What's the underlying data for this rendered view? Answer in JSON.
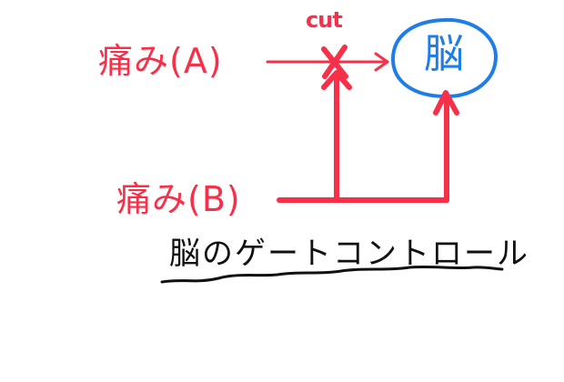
{
  "diagram": {
    "title": "脳のゲートコントロール",
    "nodes": {
      "pain_a": {
        "label": "痛み(A)",
        "color": "#f7304a"
      },
      "pain_b": {
        "label": "痛み(B)",
        "color": "#f7304a"
      },
      "brain": {
        "label": "脳",
        "color": "#1e7ee6",
        "shape": "circle"
      }
    },
    "annotations": {
      "cut": {
        "label": "cut",
        "marker": "x-mark",
        "color": "#f7304a"
      }
    },
    "edges": [
      {
        "from": "pain_a",
        "to": "brain",
        "style": "thin-arrow",
        "blocked_by": "cut"
      },
      {
        "from": "pain_b",
        "to": "cut",
        "style": "thick-line-up"
      },
      {
        "from": "pain_b",
        "to": "brain",
        "style": "thick-arrow-up"
      }
    ],
    "colors": {
      "pain": "#f7304a",
      "brain": "#1e7ee6",
      "title": "#111111"
    }
  }
}
